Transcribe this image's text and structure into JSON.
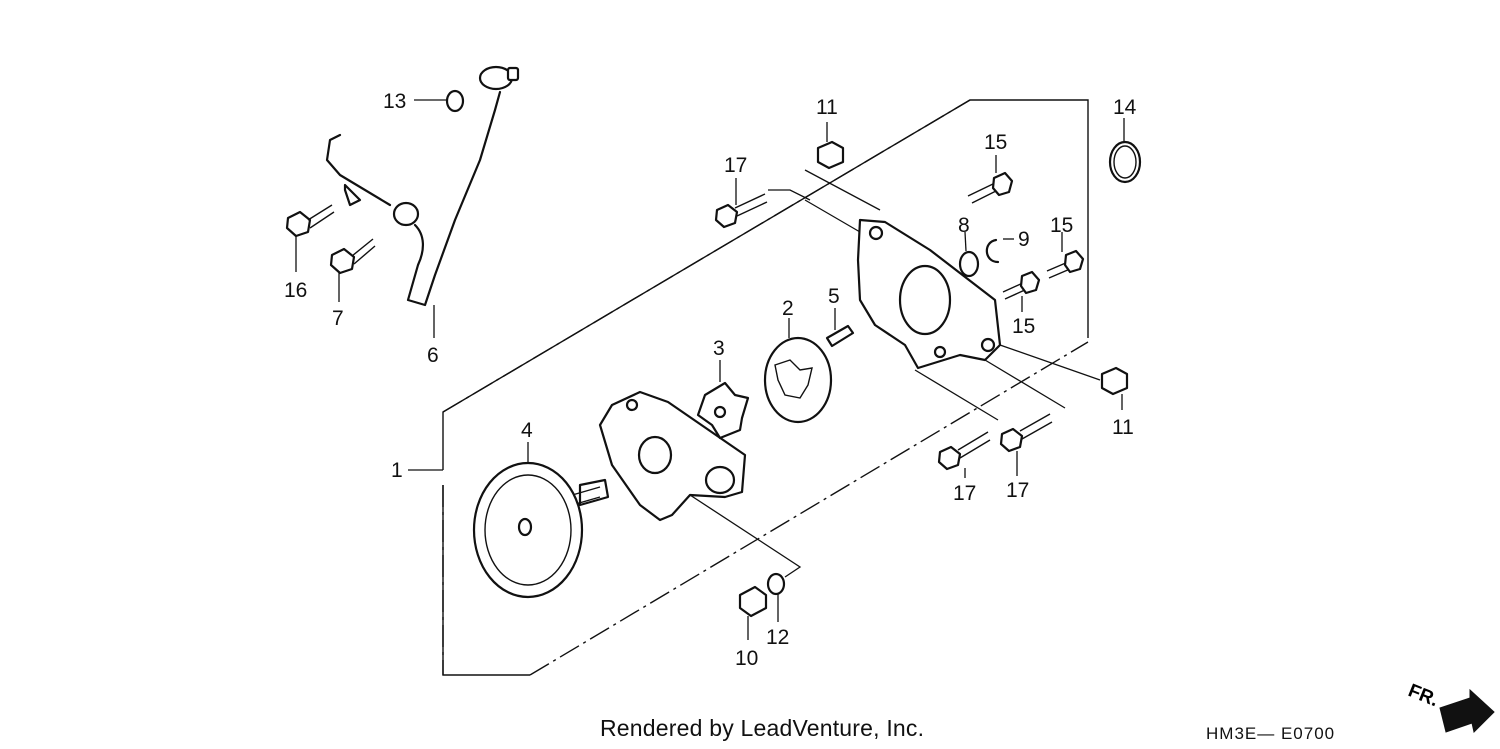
{
  "callouts": {
    "p1": "1",
    "p2": "2",
    "p3": "3",
    "p4": "4",
    "p5": "5",
    "p6": "6",
    "p7": "7",
    "p8": "8",
    "p9": "9",
    "p10": "10",
    "p11a": "11",
    "p11b": "11",
    "p12": "12",
    "p13": "13",
    "p14": "14",
    "p15a": "15",
    "p15b": "15",
    "p15c": "15",
    "p16": "16",
    "p17a": "17",
    "p17b": "17",
    "p17c": "17"
  },
  "footer": {
    "credit": "Rendered by LeadVenture, Inc.",
    "code": "HM3E— E0700",
    "front_marker": "FR."
  }
}
